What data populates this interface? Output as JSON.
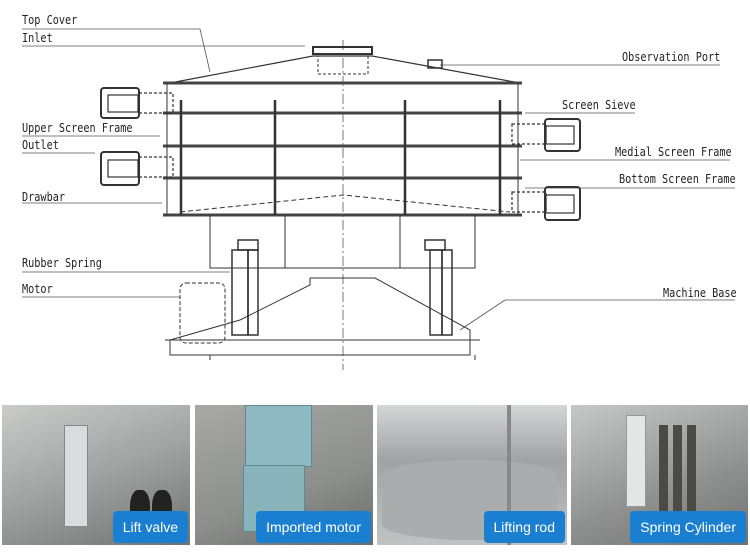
{
  "labels_left": [
    "Top Cover",
    "Inlet",
    "Upper Screen Frame",
    "Outlet",
    "Drawbar",
    "Rubber Spring",
    "Motor"
  ],
  "labels_right": [
    "Observation Port",
    "Screen Sieve",
    "Medial Screen Frame",
    "Bottom Screen Frame",
    "Machine Base"
  ],
  "photos": [
    {
      "caption": "Lift valve"
    },
    {
      "caption": "Imported motor"
    },
    {
      "caption": "Lifting rod"
    },
    {
      "caption": "Spring  Cylinder"
    }
  ]
}
